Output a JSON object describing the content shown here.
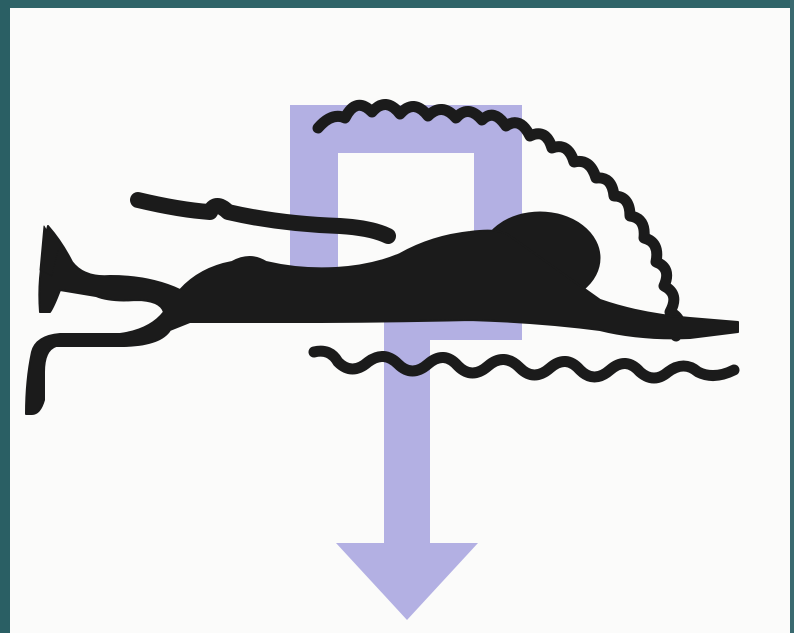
{
  "scene": {
    "subject": "swimmer-pictogram",
    "colors": {
      "background": "#fbfbfa",
      "frame_edge": "#2a5f64",
      "arrow": "#b3b0e3",
      "figure": "#1b1b1b"
    },
    "icons": [
      "swimmer-figure",
      "buoyancy-down-arrow",
      "water-wave",
      "splash-wave"
    ]
  }
}
